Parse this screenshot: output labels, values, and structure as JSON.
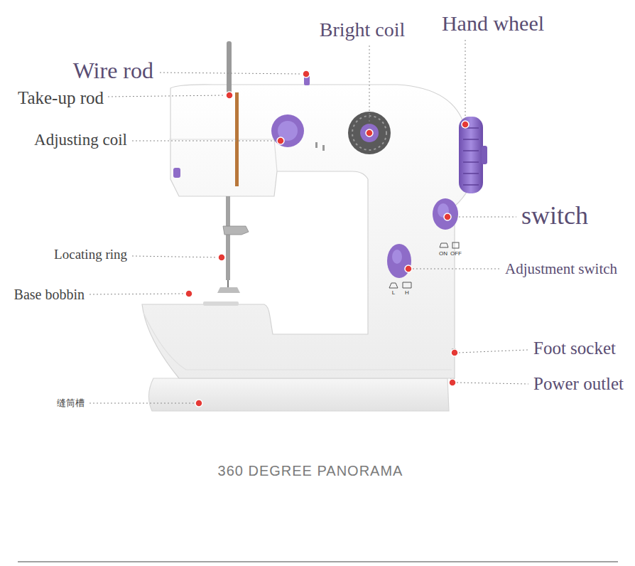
{
  "diagram": {
    "caption": "360 DEGREE PANORAMA",
    "labels": [
      "Wire rod",
      "Take-up rod",
      "Adjusting coil",
      "Locating ring",
      "Base bobbin",
      "缝筒槽",
      "Bright coil",
      "Hand wheel",
      "switch",
      "Adjustment switch",
      "Foot socket",
      "Power outlet",
      "ON",
      "OFF",
      "L",
      "H"
    ]
  }
}
